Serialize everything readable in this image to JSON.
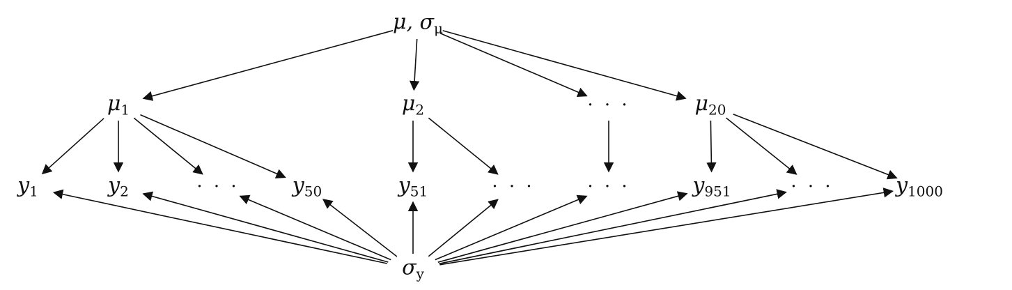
{
  "diagram": {
    "nodes": [
      {
        "id": "top",
        "symbol": "μ, σ",
        "sub": "μ"
      },
      {
        "id": "m1",
        "symbol": "μ",
        "sub": "1"
      },
      {
        "id": "m2",
        "symbol": "μ",
        "sub": "2"
      },
      {
        "id": "mdots",
        "symbol": "· · ·",
        "sub": ""
      },
      {
        "id": "m20",
        "symbol": "μ",
        "sub": "20"
      },
      {
        "id": "y1",
        "symbol": "y",
        "sub": "1"
      },
      {
        "id": "y2",
        "symbol": "y",
        "sub": "2"
      },
      {
        "id": "yd1",
        "symbol": "· · ·",
        "sub": ""
      },
      {
        "id": "y50",
        "symbol": "y",
        "sub": "50"
      },
      {
        "id": "y51",
        "symbol": "y",
        "sub": "51"
      },
      {
        "id": "yd2",
        "symbol": "· · ·",
        "sub": ""
      },
      {
        "id": "yd3",
        "symbol": "· · ·",
        "sub": ""
      },
      {
        "id": "y951",
        "symbol": "y",
        "sub": "951"
      },
      {
        "id": "yd4",
        "symbol": "· · ·",
        "sub": ""
      },
      {
        "id": "y1000",
        "symbol": "y",
        "sub": "1000"
      },
      {
        "id": "sy",
        "symbol": "σ",
        "sub": "y"
      }
    ],
    "edges": [
      [
        "top",
        "m1"
      ],
      [
        "top",
        "m2"
      ],
      [
        "top",
        "mdots"
      ],
      [
        "top",
        "m20"
      ],
      [
        "m1",
        "y1"
      ],
      [
        "m1",
        "y2"
      ],
      [
        "m1",
        "yd1"
      ],
      [
        "m1",
        "y50"
      ],
      [
        "m2",
        "y51"
      ],
      [
        "m2",
        "yd2"
      ],
      [
        "mdots",
        "yd3"
      ],
      [
        "m20",
        "y951"
      ],
      [
        "m20",
        "yd4"
      ],
      [
        "m20",
        "y1000"
      ],
      [
        "sy",
        "y1"
      ],
      [
        "sy",
        "y2"
      ],
      [
        "sy",
        "yd1"
      ],
      [
        "sy",
        "y50"
      ],
      [
        "sy",
        "y51"
      ],
      [
        "sy",
        "yd2"
      ],
      [
        "sy",
        "yd3"
      ],
      [
        "sy",
        "y951"
      ],
      [
        "sy",
        "yd4"
      ],
      [
        "sy",
        "y1000"
      ]
    ]
  }
}
